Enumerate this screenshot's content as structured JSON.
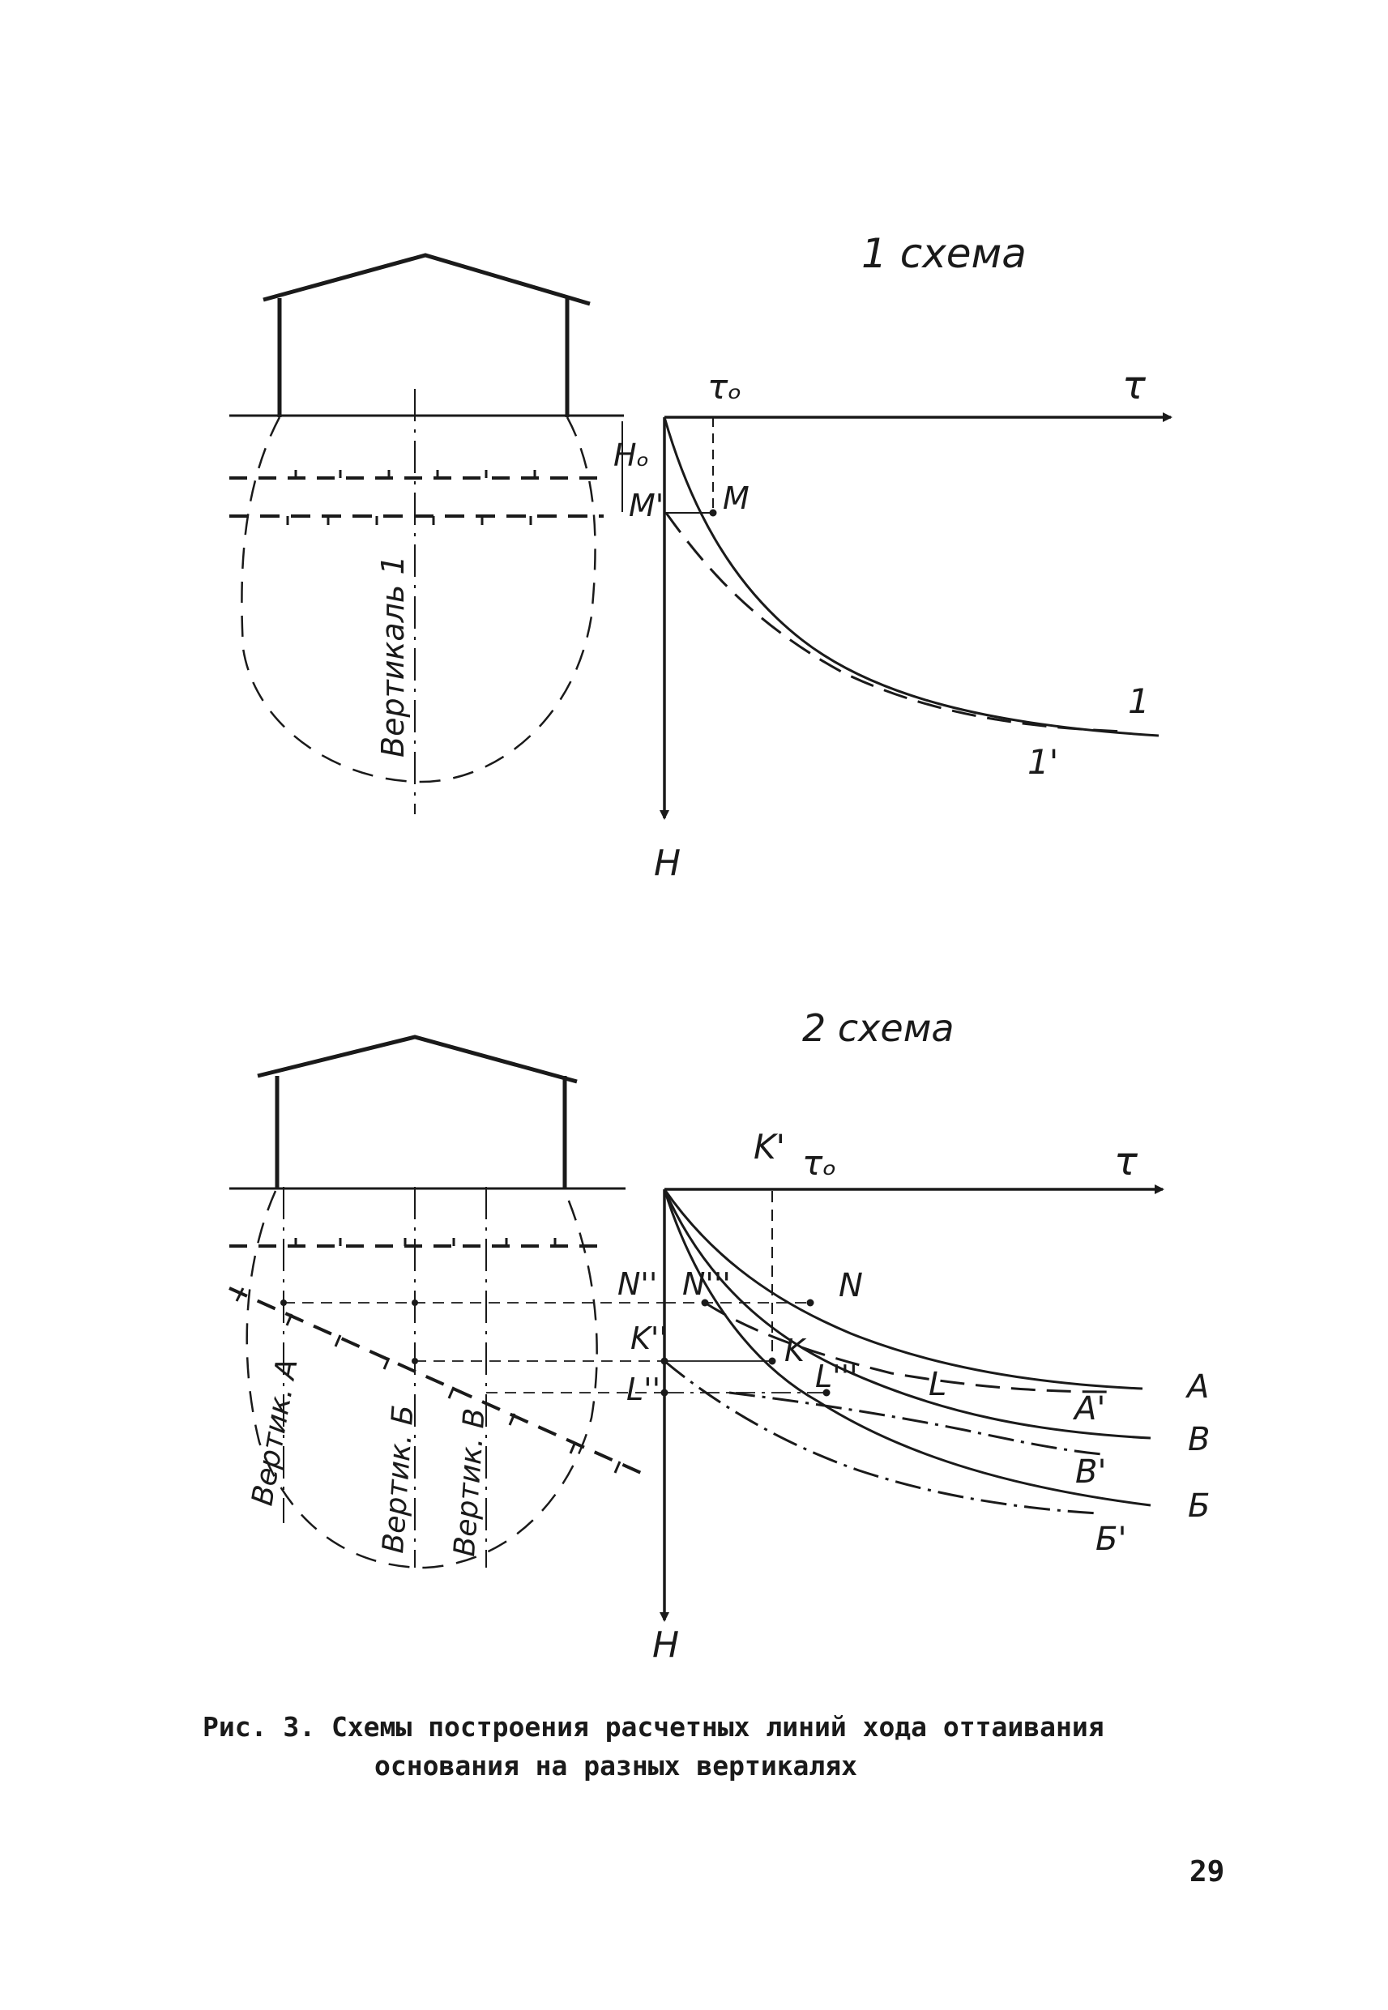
{
  "scheme1": {
    "title": "1 схема",
    "axis_time": "τ",
    "axis_depth": "H",
    "tau0": "τₒ",
    "h0": "Hₒ",
    "point_m": "M",
    "point_m_prime": "M'",
    "curve_1": "1",
    "curve_1_prime": "1'",
    "vertical_label": "Вертикаль 1"
  },
  "scheme2": {
    "title": "2 схема",
    "axis_time": "τ",
    "axis_depth": "H",
    "tau0": "τₒ",
    "k_prime": "K'",
    "n2": "N''",
    "n3": "N'''",
    "n": "N",
    "k2": "K''",
    "k": "K",
    "l2": "L''",
    "l3": "L'''",
    "l": "L",
    "curve_a": "А",
    "curve_a_prime": "А'",
    "curve_v": "В",
    "curve_v_prime": "В'",
    "curve_b": "Б",
    "curve_b_prime": "Б'",
    "vert_a": "Вертик. А",
    "vert_b": "Вертик. Б",
    "vert_v": "Вертик. В"
  },
  "caption": {
    "line1": "Рис. 3. Схемы построения расчетных линий хода оттаивания",
    "line2": "основания на разных вертикалях"
  },
  "page_number": "29"
}
